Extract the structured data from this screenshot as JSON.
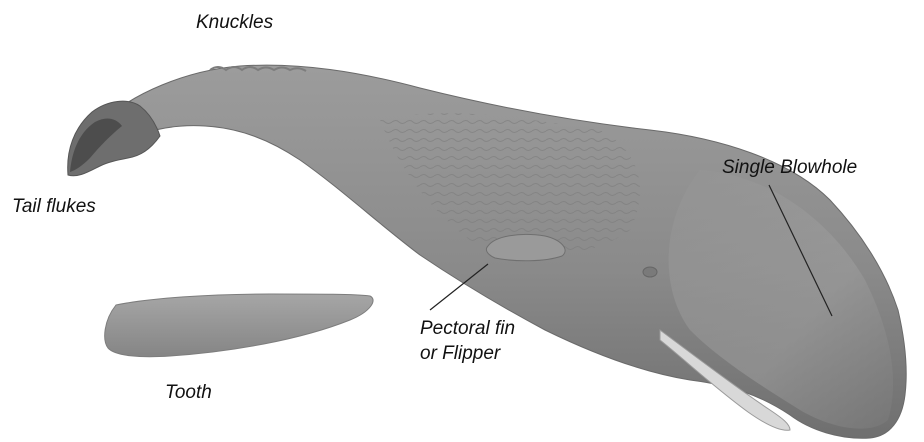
{
  "labels": {
    "knuckles": "Knuckles",
    "tail_flukes": "Tail flukes",
    "single_blowhole": "Single Blowhole",
    "pectoral_fin_line1": "Pectoral fin",
    "pectoral_fin_line2": "or Flipper",
    "tooth": "Tooth"
  },
  "colors": {
    "whale_body": "#8c8c8c",
    "whale_shadow": "#5e5e5e",
    "whale_highlight": "#a8a8a8",
    "tooth": "#9a9a9a",
    "leader_line": "#222222",
    "label_text": "#111111"
  }
}
